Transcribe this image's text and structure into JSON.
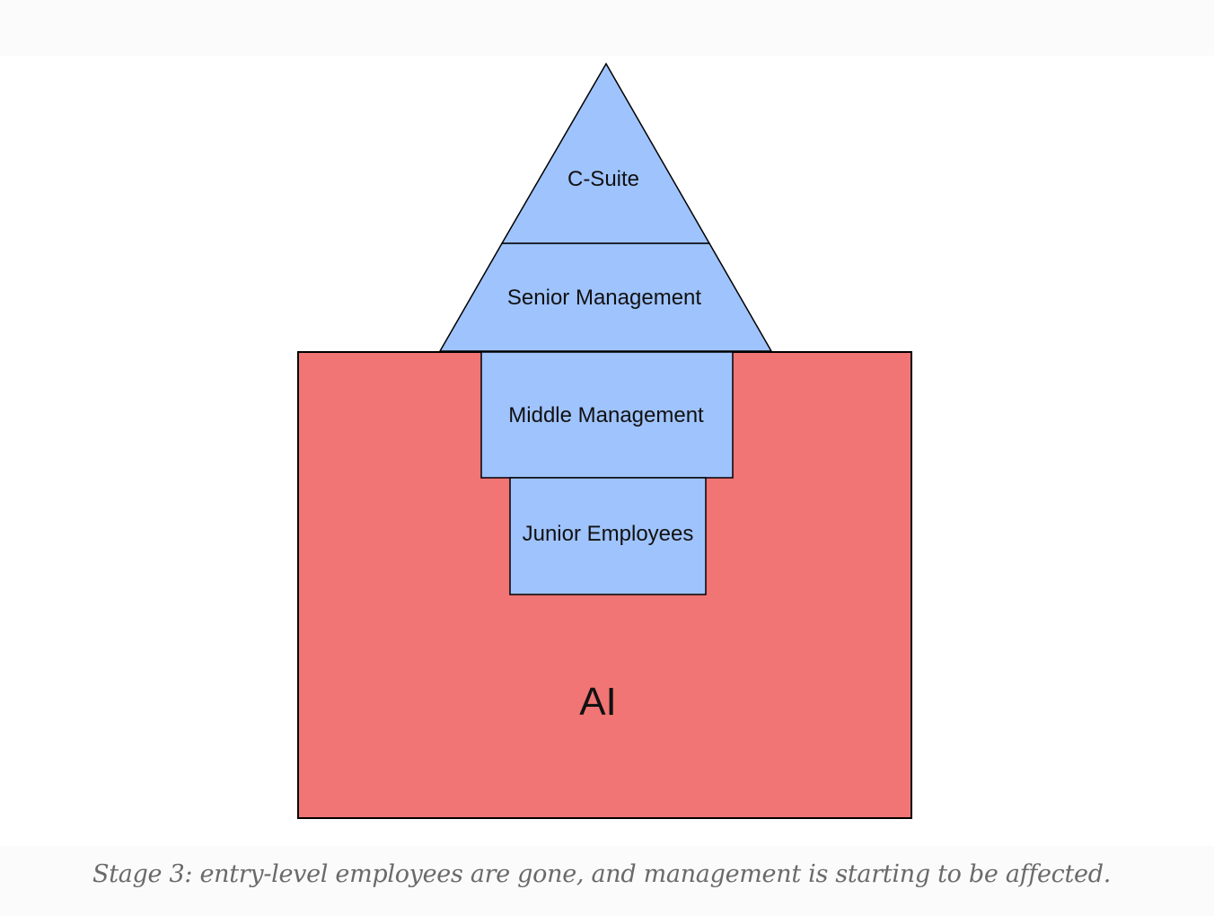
{
  "diagram": {
    "layers": {
      "c_suite": "C-Suite",
      "senior_management": "Senior Management",
      "middle_management": "Middle Management",
      "junior_employees": "Junior Employees"
    },
    "ai_block": "AI",
    "colors": {
      "org_fill": "#9fc3fd",
      "ai_fill": "#f07574",
      "stroke": "#000000"
    }
  },
  "caption": "Stage 3: entry-level employees are gone, and management is starting to be affected."
}
